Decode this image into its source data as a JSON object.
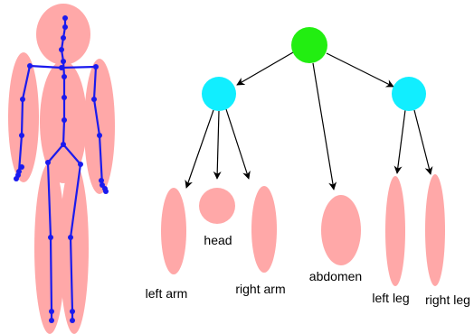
{
  "colors": {
    "body_part": "#FFA8A8",
    "skeleton": "#1A1AEE",
    "root_node": "#22EE11",
    "group_node": "#11EEFF",
    "arrow": "#000000",
    "background": "#FFFFFF"
  },
  "labels": {
    "left_arm": "left arm",
    "head": "head",
    "right_arm": "right arm",
    "abdomen": "abdomen",
    "left_leg": "left leg",
    "right_leg": "right leg"
  }
}
